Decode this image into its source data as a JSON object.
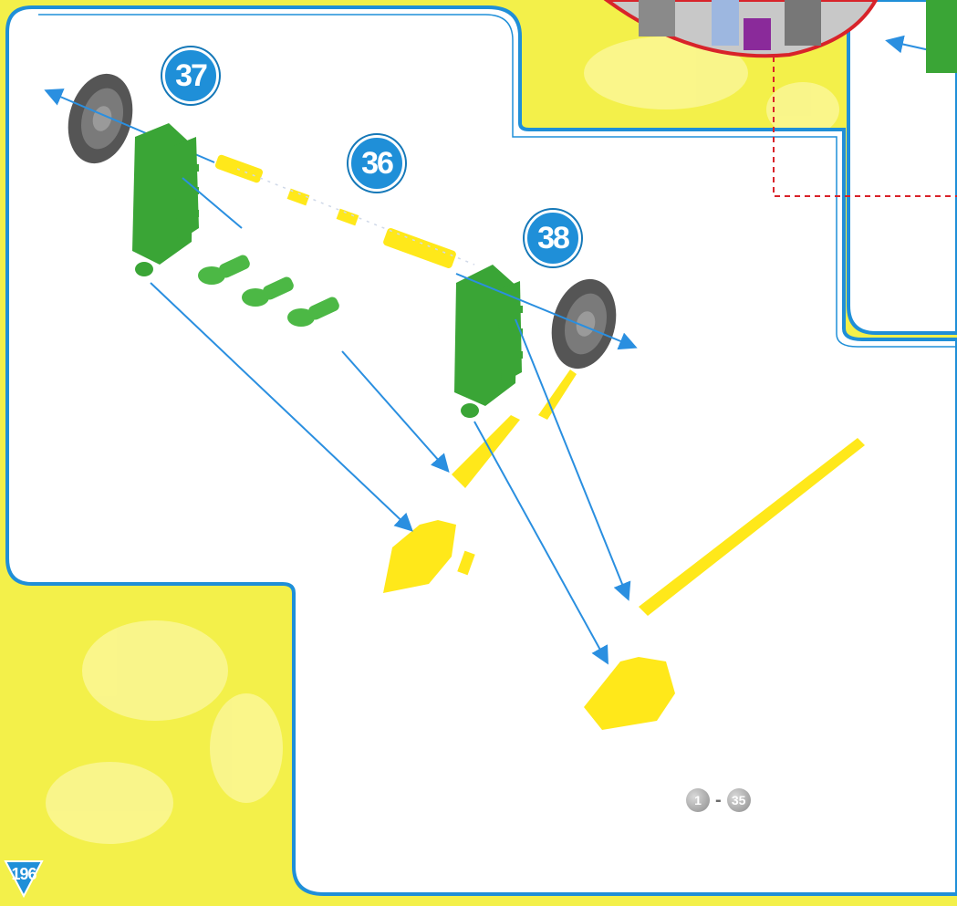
{
  "steps": {
    "step_37": "37",
    "step_36": "36",
    "step_38": "38"
  },
  "prerequisite": {
    "from": "1",
    "separator": "-",
    "to": "35"
  },
  "page_number": "196",
  "colors": {
    "background": "#f3f04a",
    "frame": "#1f8fd8",
    "green_part": "#3aa536",
    "yellow_part": "#ffe81a",
    "wheel": "#555555",
    "arrow": "#2a8fe0",
    "callout_line": "#d8232a"
  }
}
